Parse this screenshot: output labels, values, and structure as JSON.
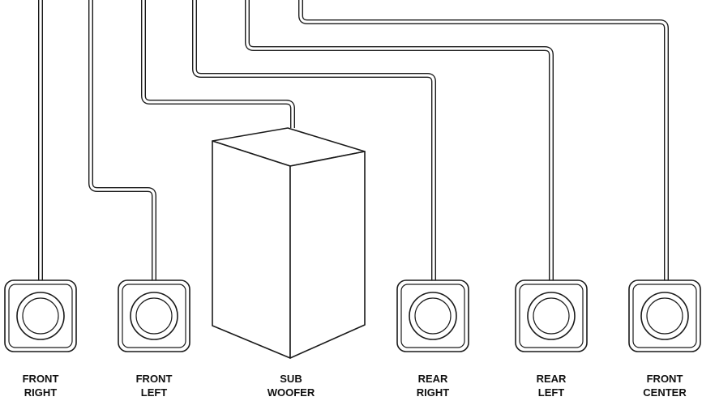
{
  "speakers": [
    {
      "id": "front-right",
      "label_line1": "FRONT",
      "label_line2": "RIGHT"
    },
    {
      "id": "front-left",
      "label_line1": "FRONT",
      "label_line2": "LEFT"
    },
    {
      "id": "sub-woofer",
      "label_line1": "SUB",
      "label_line2": "WOOFER"
    },
    {
      "id": "rear-right",
      "label_line1": "REAR",
      "label_line2": "RIGHT"
    },
    {
      "id": "rear-left",
      "label_line1": "REAR",
      "label_line2": "LEFT"
    },
    {
      "id": "front-center",
      "label_line1": "FRONT",
      "label_line2": "CENTER"
    }
  ],
  "colors": {
    "line": "#1a1a1a",
    "background": "#ffffff"
  }
}
